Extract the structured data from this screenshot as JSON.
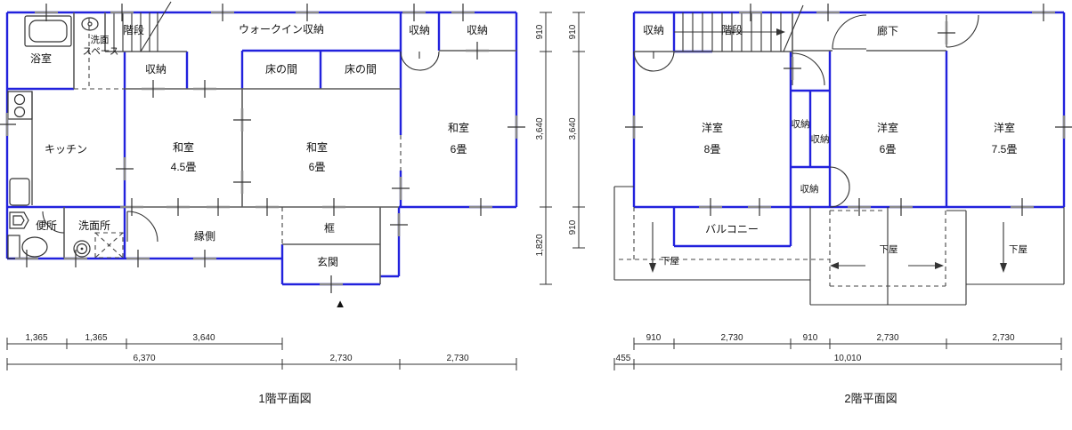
{
  "colors": {
    "wall": "#2222dd",
    "gray": "#5a5a5a",
    "line": "#333333"
  },
  "plan1": {
    "title": "1階平面図",
    "rooms": {
      "bath": "浴室",
      "wash_space_line1": "洗面",
      "wash_space_line2": "スペース",
      "stairs": "階段",
      "closet_under_stairs": "収納",
      "walkin_closet": "ウォークイン収納",
      "tokonoma_left": "床の間",
      "tokonoma_right": "床の間",
      "closet_top_a": "収納",
      "closet_top_b": "収納",
      "kitchen": "キッチン",
      "washitsu45_line1": "和室",
      "washitsu45_line2": "4.5畳",
      "washitsu6c_line1": "和室",
      "washitsu6c_line2": "6畳",
      "washitsu6r_line1": "和室",
      "washitsu6r_line2": "6畳",
      "toilet": "便所",
      "washroom": "洗面所",
      "engawa": "縁側",
      "kamachi": "框",
      "genkan": "玄関"
    },
    "entrance_marker": "▲",
    "dims_top_row": [
      "1,365",
      "1,365",
      "3,640"
    ],
    "dims_bottom_row": [
      "6,370",
      "2,730",
      "2,730"
    ],
    "dims_right_inner": [
      "910",
      "3,640",
      "1,820"
    ],
    "dims_right_outer": [
      "910",
      "3,640",
      "910"
    ]
  },
  "plan2": {
    "title": "2階平面図",
    "rooms": {
      "closet_tl": "収納",
      "stairs": "階段",
      "corridor": "廊下",
      "yoshitsu8_line1": "洋室",
      "yoshitsu8_line2": "8畳",
      "closet_mid_a": "収納",
      "closet_mid_b": "収納",
      "closet_low": "収納",
      "yoshitsu6_line1": "洋室",
      "yoshitsu6_line2": "6畳",
      "yoshitsu75_line1": "洋室",
      "yoshitsu75_line2": "7.5畳",
      "balcony": "バルコニー",
      "geya_left": "下屋",
      "geya_mid": "下屋",
      "geya_right": "下屋"
    },
    "dims_top_row": [
      "910",
      "2,730",
      "910",
      "2,730",
      "2,730"
    ],
    "dims_bottom_row": [
      "455",
      "10,010"
    ]
  }
}
